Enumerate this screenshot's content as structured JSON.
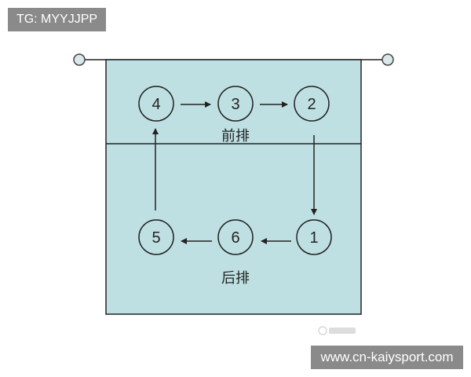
{
  "tag": "TG: MYYJJPP",
  "watermark": "www.cn-kaiysport.com",
  "court": {
    "front_row_label": "前排",
    "back_row_label": "后排"
  },
  "positions": [
    "4",
    "3",
    "2",
    "5",
    "6",
    "1"
  ],
  "colors": {
    "court_fill": "#bfe0e2",
    "line": "#222222",
    "label_bg": "#8a8a8a",
    "label_text": "#ffffff"
  },
  "rotation_order": [
    "1",
    "6",
    "5",
    "4",
    "3",
    "2"
  ]
}
